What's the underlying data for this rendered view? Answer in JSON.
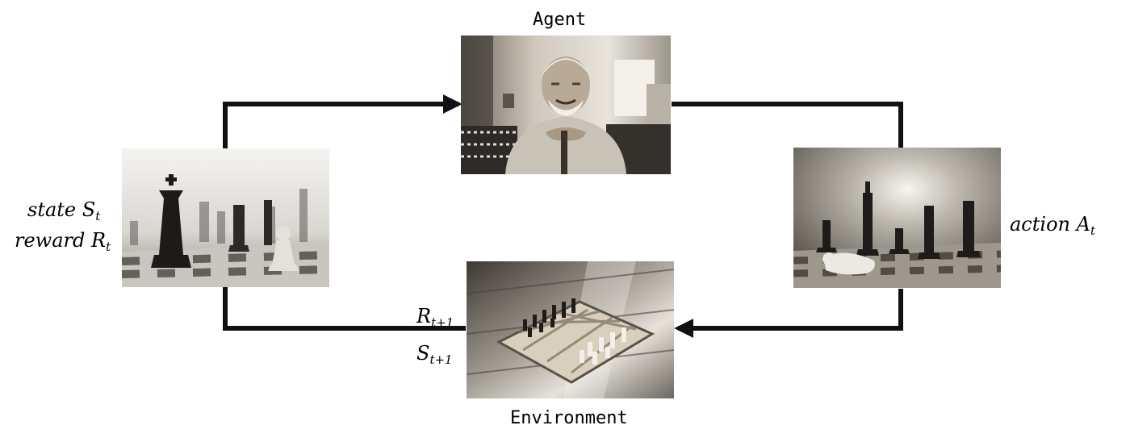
{
  "agent": {
    "title": "Agent"
  },
  "environment": {
    "title": "Environment"
  },
  "left": {
    "state_word": "state",
    "state_symbol": "S",
    "state_sub": "t",
    "reward_word": "reward",
    "reward_symbol": "R",
    "reward_sub": "t"
  },
  "right": {
    "action_word": "action",
    "action_symbol": "A",
    "action_sub": "t"
  },
  "feedback": {
    "reward_symbol": "R",
    "reward_sub": "t+1",
    "state_symbol": "S",
    "state_sub": "t+1"
  },
  "colors": {
    "arrow": "#111111"
  }
}
